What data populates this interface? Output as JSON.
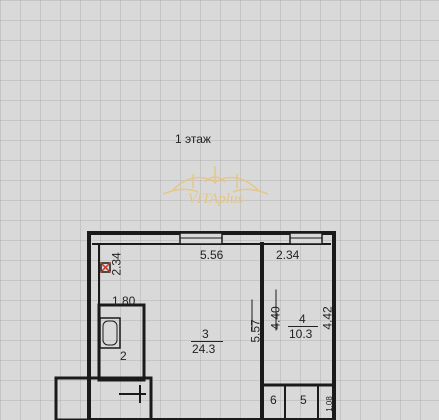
{
  "plan": {
    "floor_label": "1 этаж",
    "watermark_text": "VITAplus",
    "watermark_color": "#e8c47a",
    "wall_color": "#1a1a1a",
    "dims": {
      "d_5_56": "5.56",
      "d_2_34_top": "2.34",
      "d_2_34_left": "2.34",
      "d_1_80": "1.80",
      "d_5_57": "5.57",
      "d_4_40": "4.40",
      "d_4_42": "4.42",
      "d_1_08": "1.08"
    },
    "rooms": [
      {
        "number": "3",
        "area": "24.3"
      },
      {
        "number": "4",
        "area": "10.3"
      },
      {
        "number": "2",
        "area": ""
      },
      {
        "number": "5",
        "area": ""
      },
      {
        "number": "6",
        "area": ""
      }
    ]
  }
}
